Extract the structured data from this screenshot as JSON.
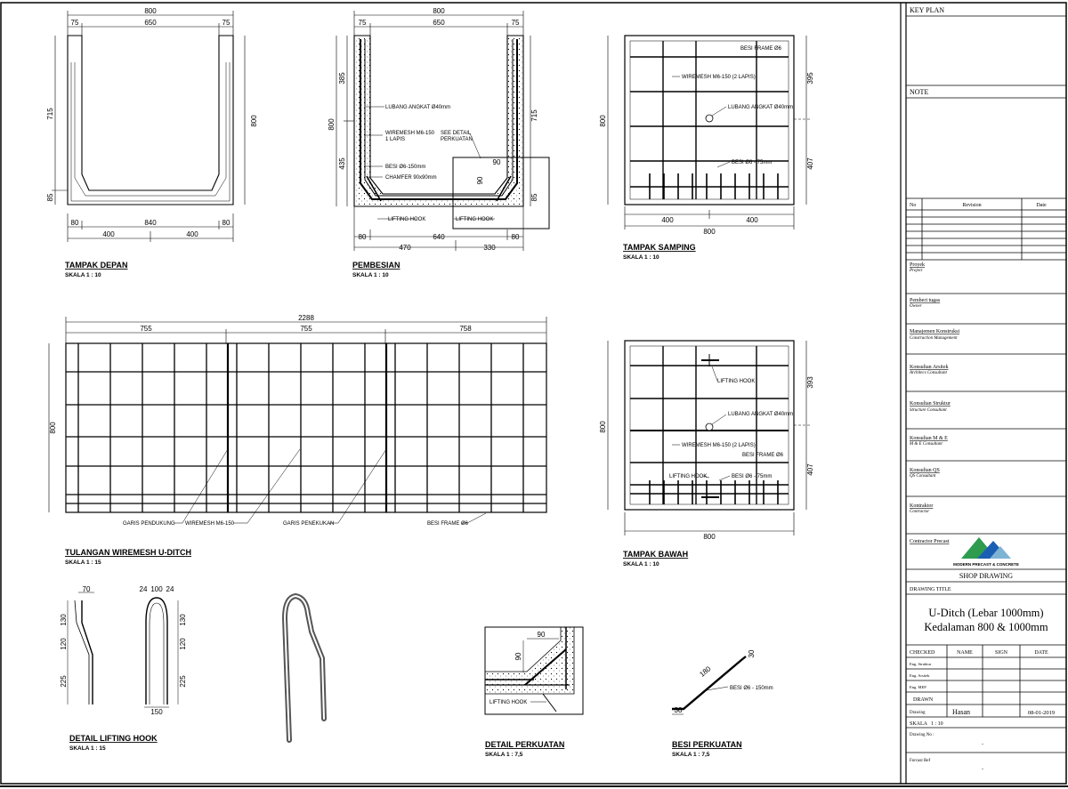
{
  "dims": {
    "w800": "800",
    "w650": "650",
    "w75": "75",
    "h715": "715",
    "h800": "800",
    "h85": "85",
    "w80": "80",
    "w640": "640",
    "w400": "400",
    "w385": "385",
    "w435": "435",
    "w90": "90",
    "w470": "470",
    "w330": "330",
    "h395": "395",
    "h407": "407",
    "h393": "393",
    "w2288": "2288",
    "w755": "755",
    "w758": "758",
    "w70": "70",
    "w24": "24",
    "w100": "100",
    "w120": "120",
    "w130": "130",
    "w225": "225",
    "w150": "150",
    "w180": "180",
    "w30": "30"
  },
  "labels": {
    "lubang_angkat": "LUBANG ANGKAT Ø40mm",
    "wiremesh_1lapis_a": "WIREMESH M6-150",
    "wiremesh_1lapis_b": "1 LAPIS",
    "see_detail_a": "SEE DETAIL",
    "see_detail_b": "PERKUATAN",
    "besi_150": "BESI Ø6-150mm",
    "chamfer": "CHAMFER 90x90mm",
    "lifting_hook": "LIFTING HOOK",
    "besi_frame": "BESI FRAME Ø6",
    "wiremesh_2lapis": "WIREMESH M6-150 (2 LAPIS)",
    "besi_75": "BESI Ø6 - 75mm",
    "garis_pendukung": "GARIS PENDUKUNG",
    "wiremesh_m6": "WIREMESH M6-150",
    "garis_penekukan": "GARIS PENEKUKAN",
    "besi_6_150": "BESI Ø6 - 150mm"
  },
  "views": {
    "tampak_depan": {
      "title": "TAMPAK DEPAN",
      "scale": "SKALA    1 : 10"
    },
    "pembesian": {
      "title": "PEMBESIAN",
      "scale": "SKALA    1 : 10"
    },
    "tampak_samping": {
      "title": "TAMPAK SAMPING",
      "scale": "SKALA    1 : 10"
    },
    "tulangan": {
      "title": "TULANGAN WIREMESH U-DITCH",
      "scale": "SKALA    1 : 15"
    },
    "tampak_bawah": {
      "title": "TAMPAK BAWAH",
      "scale": "SKALA    1 : 10"
    },
    "detail_lifting_hook": {
      "title": "DETAIL LIFTING HOOK",
      "scale": "SKALA    1 : 15"
    },
    "detail_perkuatan": {
      "title": "DETAIL PERKUATAN",
      "scale": "SKALA    1 : 7,5"
    },
    "besi_perkuatan": {
      "title": "BESI PERKUATAN",
      "scale": "SKALA    1 : 7,5"
    }
  },
  "title_block": {
    "key_plan": "KEY PLAN",
    "note": "NOTE",
    "revision_headers": [
      "No",
      "Revision",
      "Date"
    ],
    "roles": [
      {
        "label": "Proyek",
        "sub": "Project"
      },
      {
        "label": "Pemberi tugas",
        "sub": "Owner"
      },
      {
        "label": "Manajemen Konstruksi",
        "sub": "Construction Management"
      },
      {
        "label": "Konsultan Arsitek",
        "sub": "Architecs Consultant"
      },
      {
        "label": "Konsultan Struktur",
        "sub": "Structure Consultant"
      },
      {
        "label": "Konsultan M & E",
        "sub": "M & E Consultant"
      },
      {
        "label": "Konsultan QS",
        "sub": "QS Consultant"
      },
      {
        "label": "Kontraktor",
        "sub": "Contractor"
      }
    ],
    "contractor_precast": "Contractor Precast",
    "company": "MODERN PRECAST & CONCRETE",
    "shop_drawing": "SHOP DRAWING",
    "drawing_title_label": "DRAWING TITLE",
    "drawing_title_1": "U-Ditch (Lebar 1000mm)",
    "drawing_title_2": "Kedalaman 800 & 1000mm",
    "sign_headers": [
      "CHECKED",
      "NAME",
      "SIGN",
      "DATE"
    ],
    "eng_rows": [
      "Eng. Struktur",
      "Eng. Arsitek",
      "Eng. MEP"
    ],
    "drawn": "DRAWN",
    "drawing_label": "Drawing",
    "drawn_name": "Hasan",
    "drawn_date": "08-01-2019",
    "skala_label": "SKALA",
    "skala_value": "1 : 10",
    "drawing_no_label": "Drawing No :",
    "drawing_no_value": "-",
    "forcast_ref_label": "Forcast Ref",
    "forcast_ref_value": "-"
  },
  "colors": {
    "logo_blue": "#1a5fb4",
    "logo_green": "#2e9b4f",
    "line": "#000000"
  }
}
